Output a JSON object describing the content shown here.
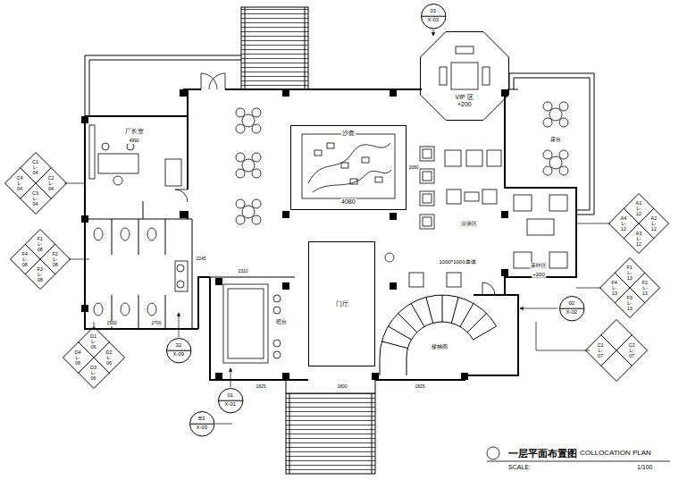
{
  "diagram": {
    "title": "一层平面布置图",
    "nodes": [
      {
        "text": [
          "03",
          "X-03"
        ]
      },
      {
        "text": [
          "VIP 区",
          "+200"
        ]
      },
      {
        "text": [
          "C1 L-04",
          "C4 L-04",
          "C2 L-04",
          "C3 L-04"
        ]
      },
      {
        "text": [
          "沙盘",
          "4080"
        ]
      },
      {
        "text": [
          "A1 L-12",
          "A4 L-12",
          "A2 L-12",
          "A3 L-12"
        ]
      },
      {
        "text": [
          "F1 L-08",
          "F4 L-08",
          "F2 L-08",
          "F3 L-08"
        ]
      },
      {
        "text": [
          "门厅"
        ]
      },
      {
        "text": [
          "F1 L-13",
          "F4 L-13",
          "F2 L-13",
          "F3 L-13"
        ]
      },
      {
        "text": [
          "02",
          "X-02"
        ]
      },
      {
        "text": [
          "32",
          "X-09"
        ]
      },
      {
        "text": [
          "C1 L-07",
          "C2 L-07"
        ]
      },
      {
        "text": [
          "D1 L-06",
          "D4 L-06",
          "D2 L-06",
          "D3 L-06"
        ]
      },
      {
        "text": [
          "01",
          "X-01"
        ]
      },
      {
        "text": [
          "B3",
          "X-03"
        ]
      }
    ],
    "labels": [
      "厂长室",
      "4990",
      "3080",
      "1000*1000单体",
      "洽谈区",
      "茶叶区",
      "+200",
      "露台",
      "吧台",
      "楼梯间",
      "2310",
      "1500",
      "2700",
      "2245",
      "1825",
      "1800",
      "1825",
      "COLLOCATION PLAN",
      "SCALE:",
      "1/100"
    ]
  }
}
